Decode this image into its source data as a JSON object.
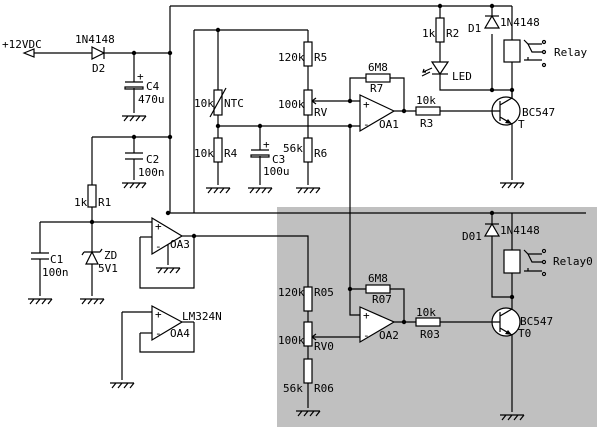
{
  "schematic": {
    "title": "",
    "colors": {
      "background": "#ffffff",
      "highlight": "#c0c0c0",
      "wire": "#000000"
    },
    "power": {
      "label": "+12VDC"
    },
    "components": {
      "D2": {
        "ref": "D2",
        "value": "1N4148"
      },
      "C4": {
        "ref": "C4",
        "value": "470u",
        "polarity": "+"
      },
      "C2": {
        "ref": "C2",
        "value": "100n"
      },
      "R1": {
        "ref": "R1",
        "value": "1k"
      },
      "C1": {
        "ref": "C1",
        "value": "100n"
      },
      "ZD": {
        "ref": "ZD",
        "value": "5V1"
      },
      "OA3": {
        "ref": "OA3"
      },
      "OA4": {
        "ref": "OA4",
        "value": "LM324N"
      },
      "NTC": {
        "ref": "NTC",
        "value": "10k"
      },
      "R4": {
        "ref": "R4",
        "value": "10k"
      },
      "C3": {
        "ref": "C3",
        "value": "100u",
        "polarity": "+"
      },
      "R5": {
        "ref": "R5",
        "value": "120k"
      },
      "RV": {
        "ref": "RV",
        "value": "100k"
      },
      "R6": {
        "ref": "R6",
        "value": "56k"
      },
      "R7": {
        "ref": "R7",
        "value": "6M8"
      },
      "OA1": {
        "ref": "OA1"
      },
      "R3": {
        "ref": "R3",
        "value": "10k"
      },
      "R2": {
        "ref": "R2",
        "value": "1k"
      },
      "LED": {
        "ref": "LED"
      },
      "D1": {
        "ref": "D1",
        "value": "1N4148"
      },
      "Relay": {
        "ref": "Relay"
      },
      "T": {
        "ref": "T",
        "value": "BC547"
      },
      "R05": {
        "ref": "R05",
        "value": "120k"
      },
      "RV0": {
        "ref": "RV0",
        "value": "100k"
      },
      "R06": {
        "ref": "R06",
        "value": "56k"
      },
      "R07": {
        "ref": "R07",
        "value": "6M8"
      },
      "OA2": {
        "ref": "OA2"
      },
      "R03": {
        "ref": "R03",
        "value": "10k"
      },
      "D01": {
        "ref": "D01",
        "value": "1N4148"
      },
      "Relay0": {
        "ref": "Relay0"
      },
      "T0": {
        "ref": "T0",
        "value": "BC547"
      }
    },
    "opamp_pins": {
      "plus": "+",
      "minus": "-"
    }
  }
}
